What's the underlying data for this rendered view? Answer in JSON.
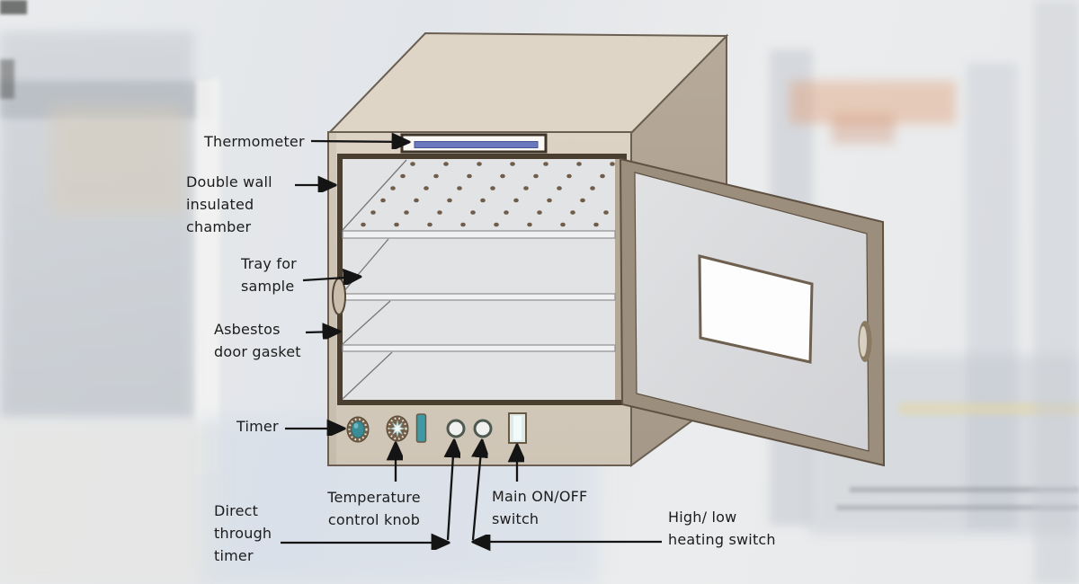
{
  "diagram": {
    "subject": "hot air oven labeled diagram",
    "labels": {
      "thermometer": "Thermometer",
      "double_wall": "Double wall\ninsulated\nchamber",
      "tray": "Tray for\nsample",
      "asbestos": "Asbestos\ndoor gasket",
      "timer": "Timer",
      "temperature_knob": "Temperature\ncontrol knob",
      "direct_through_timer": "Direct\nthrough\ntimer",
      "main_switch": "Main ON/OFF\nswitch",
      "high_low": "High/ low\nheating switch"
    },
    "colors": {
      "oven_front": "#d8cec0",
      "oven_top": "#ded5c6",
      "oven_side": "#b2a595",
      "chamber_frame": "#4a3e31",
      "chamber_interior": "#e2e3e5",
      "door_frame": "#9b8e7c",
      "door_panel": "#dcdddf",
      "door_window": "#fdfdfd",
      "thermometer_bar": "#6a79bd",
      "knob_teal": "#3a8d97",
      "knob_ring_brown": "#74604a",
      "perforation_dot": "#6f5c49",
      "arrow": "#141414"
    }
  }
}
